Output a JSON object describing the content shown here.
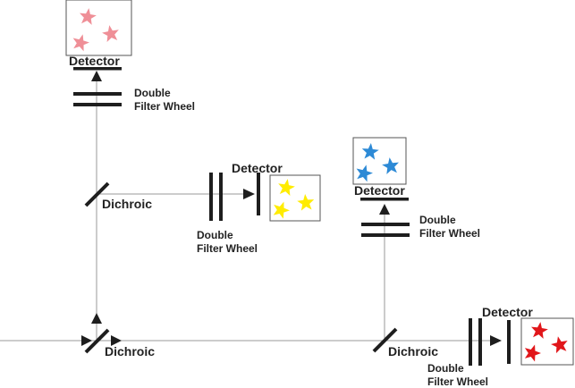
{
  "labels": {
    "detector": "Detector",
    "dichroic": "Dichroic",
    "double": "Double",
    "filter_wheel": "Filter Wheel"
  },
  "colors": {
    "beam": "#9a9a9a",
    "element": "#1e1e1e",
    "star_pink": "#ef8f97",
    "star_yellow": "#ffec00",
    "star_blue": "#2d8ad6",
    "star_red": "#e1161a",
    "box_border": "#555555"
  },
  "detectors": [
    {
      "id": "top",
      "star_color": "pink"
    },
    {
      "id": "middle",
      "star_color": "yellow"
    },
    {
      "id": "right",
      "star_color": "blue"
    },
    {
      "id": "bottom-right",
      "star_color": "red"
    }
  ]
}
